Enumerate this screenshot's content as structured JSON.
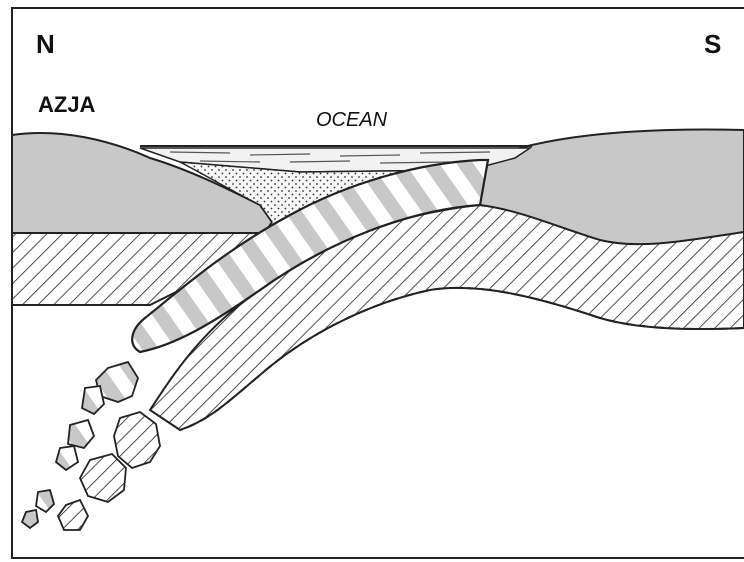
{
  "labels": {
    "north": "N",
    "south": "S",
    "continent": "AZJA",
    "ocean": "OCEAN"
  },
  "colors": {
    "crust_fill": "#c8c8c8",
    "outline": "#1a1a1a",
    "water": "#f2f2f2",
    "background": "#ffffff",
    "frame": "#222222"
  }
}
